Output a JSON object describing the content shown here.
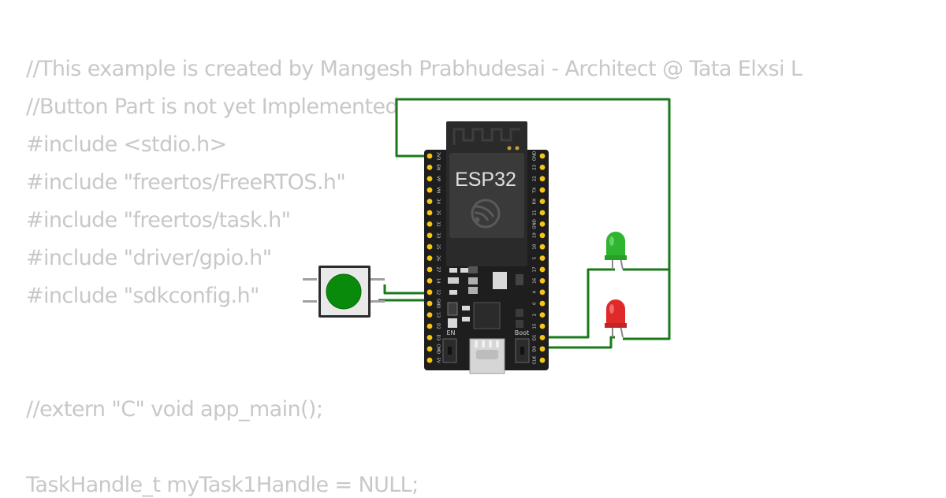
{
  "code_lines": [
    "//This example is created by Mangesh Prabhudesai - Architect @ Tata Elxsi L",
    "//Button Part is not yet Implemented",
    "#include <stdio.h>",
    "#include \"freertos/FreeRTOS.h\"",
    "#include \"freertos/task.h\"",
    "#include \"driver/gpio.h\"",
    "#include \"sdkconfig.h\"",
    "",
    "",
    "//extern \"C\" void app_main();",
    "",
    "TaskHandle_t myTask1Handle = NULL;"
  ],
  "board": {
    "chip_label": "ESP32",
    "en_label": "EN",
    "boot_label": "Boot",
    "left_pins": [
      "3V3",
      "EN",
      "VP",
      "VN",
      "34",
      "35",
      "32",
      "33",
      "25",
      "26",
      "27",
      "14",
      "12",
      "GND",
      "13",
      "D2",
      "D3",
      "CMD",
      "5V"
    ],
    "right_pins": [
      "GND",
      "23",
      "22",
      "TX",
      "RX",
      "21",
      "GND",
      "19",
      "18",
      "5",
      "17",
      "16",
      "4",
      "0",
      "2",
      "15",
      "D1",
      "D0",
      "CLK"
    ]
  },
  "colors": {
    "wire": "#1a7a1a",
    "board": "#1e1e1e",
    "pin": "#f5c518",
    "button_cap": "#0a8a0a",
    "led_green": "#2fb52f",
    "led_red": "#e02a2a",
    "code_text": "#c8c8c8"
  },
  "icons": [
    "espressif-logo-icon",
    "wifi-antenna-icon",
    "usb-port-icon"
  ]
}
